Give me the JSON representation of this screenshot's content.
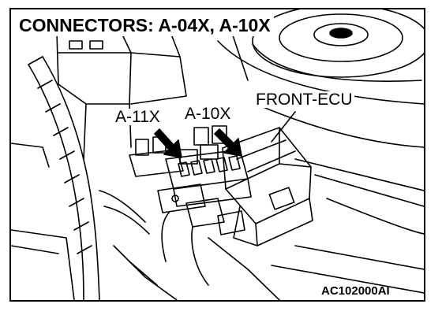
{
  "title": "CONNECTORS: A-04X, A-10X",
  "labels": {
    "a11x": "A-11X",
    "a10x": "A-10X",
    "front_ecu": "FRONT-ECU"
  },
  "figure_code": "AC102000AI",
  "colors": {
    "ink": "#000000",
    "paper": "#ffffff"
  }
}
